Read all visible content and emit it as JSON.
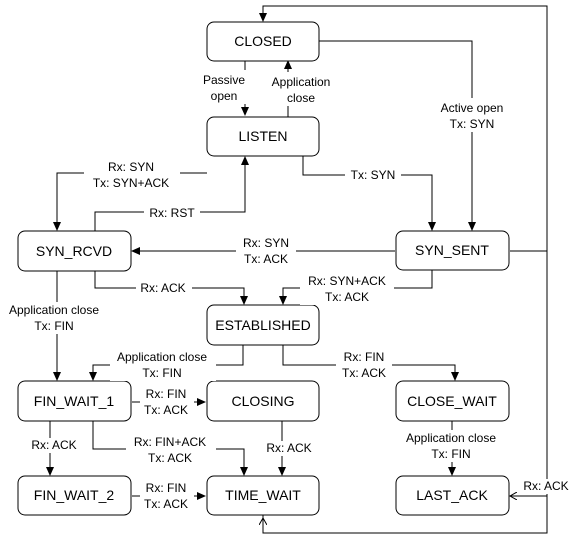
{
  "states": {
    "closed": "CLOSED",
    "listen": "LISTEN",
    "syn_rcvd": "SYN_RCVD",
    "syn_sent": "SYN_SENT",
    "established": "ESTABLISHED",
    "fin_wait_1": "FIN_WAIT_1",
    "closing": "CLOSING",
    "close_wait": "CLOSE_WAIT",
    "fin_wait_2": "FIN_WAIT_2",
    "time_wait": "TIME_WAIT",
    "last_ack": "LAST_ACK"
  },
  "transitions": {
    "passive_open": [
      "Passive",
      "open"
    ],
    "application_close_listen": [
      "Application",
      "close"
    ],
    "active_open": [
      "Active open",
      "Tx: SYN"
    ],
    "listen_to_syn_rcvd": [
      "Rx: SYN",
      "Tx: SYN+ACK"
    ],
    "rst": [
      "Rx: RST"
    ],
    "listen_to_syn_sent": [
      "Tx: SYN"
    ],
    "syn_sent_to_syn_rcvd": [
      "Rx: SYN",
      "Tx: ACK"
    ],
    "syn_rcvd_to_established": [
      "Rx: ACK"
    ],
    "syn_sent_to_established": [
      "Rx: SYN+ACK",
      "Tx: ACK"
    ],
    "syn_rcvd_app_close": [
      "Application close",
      "Tx: FIN"
    ],
    "established_app_close": [
      "Application close",
      "Tx: FIN"
    ],
    "established_to_close_wait": [
      "Rx: FIN",
      "Tx: ACK"
    ],
    "fin_wait_1_to_closing": [
      "Rx: FIN",
      "Tx: ACK"
    ],
    "fin_wait_1_to_fin_wait_2": [
      "Rx: ACK"
    ],
    "fin_wait_1_to_time_wait": [
      "Rx: FIN+ACK",
      "Tx: ACK"
    ],
    "closing_to_time_wait": [
      "Rx: ACK"
    ],
    "close_wait_to_last_ack": [
      "Application close",
      "Tx: FIN"
    ],
    "fin_wait_2_to_time_wait": [
      "Rx: FIN",
      "Tx: ACK"
    ],
    "last_ack_to_closed": [
      "Rx: ACK"
    ]
  }
}
